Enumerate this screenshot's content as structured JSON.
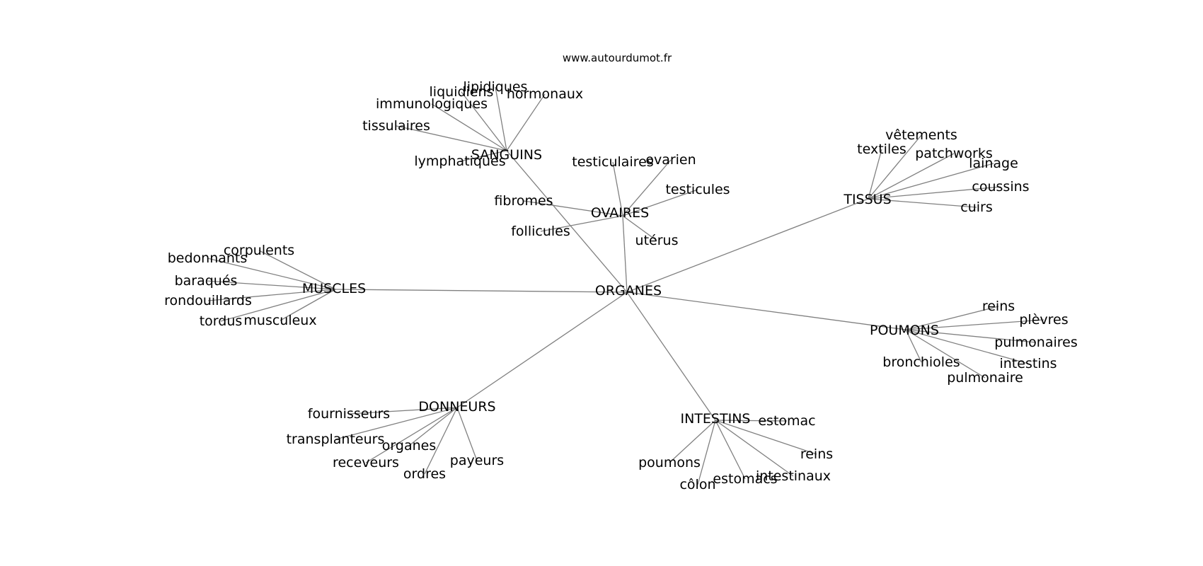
{
  "site": "www.autourdumot.fr",
  "graph": {
    "root": "ORGANES",
    "clusters": [
      {
        "name": "SANGUINS",
        "children": [
          "lipidiques",
          "liquidiens",
          "hormonaux",
          "immunologiques",
          "tissulaires",
          "lymphatiques"
        ]
      },
      {
        "name": "OVAIRES",
        "children": [
          "testiculaires",
          "ovarien",
          "testicules",
          "fibromes",
          "follicules",
          "utérus"
        ]
      },
      {
        "name": "TISSUS",
        "children": [
          "vêtements",
          "textiles",
          "patchworks",
          "lainage",
          "coussins",
          "cuirs"
        ]
      },
      {
        "name": "MUSCLES",
        "children": [
          "corpulents",
          "bedonnants",
          "baraqués",
          "rondouillards",
          "tordus",
          "musculeux"
        ]
      },
      {
        "name": "POUMONS",
        "children": [
          "reins",
          "plèvres",
          "pulmonaires",
          "intestins",
          "bronchioles",
          "pulmonaire"
        ]
      },
      {
        "name": "DONNEURS",
        "children": [
          "fournisseurs",
          "transplanteurs",
          "organes",
          "receveurs",
          "ordres",
          "payeurs"
        ]
      },
      {
        "name": "INTESTINS",
        "children": [
          "estomac",
          "reins",
          "poumons",
          "côlon",
          "estomacs",
          "intestinaux"
        ]
      }
    ]
  },
  "colors": {
    "edge": "#808080",
    "text": "#000000",
    "background": "#ffffff"
  }
}
